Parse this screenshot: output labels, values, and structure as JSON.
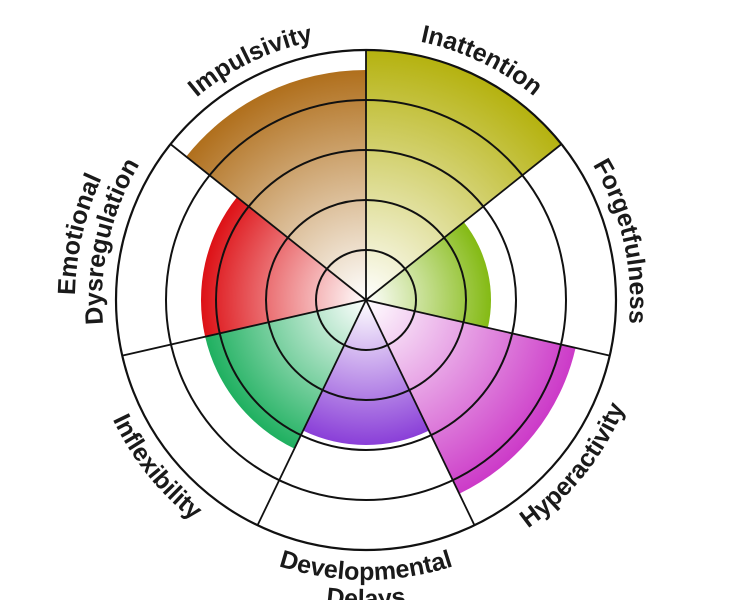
{
  "chart_data": {
    "type": "polar-area",
    "title": "",
    "rings": 5,
    "max": 5,
    "categories": [
      {
        "label": "Inattention",
        "lines": [
          "Inattention"
        ],
        "value": 5,
        "color": "#b5b20f"
      },
      {
        "label": "Forgetfulness",
        "lines": [
          "Forgetfulness"
        ],
        "value": 2.5,
        "color": "#84ba14"
      },
      {
        "label": "Hyperactivity",
        "lines": [
          "Hyperactivity"
        ],
        "value": 4.3,
        "color": "#cc3ac8"
      },
      {
        "label": "Developmental Delays",
        "lines": [
          "Developmental",
          "Delays"
        ],
        "value": 2.9,
        "color": "#8a3fd8"
      },
      {
        "label": "Inflexibility",
        "lines": [
          "Inflexibility"
        ],
        "value": 3.3,
        "color": "#1fb060"
      },
      {
        "label": "Emotional Dysregulation",
        "lines": [
          "Emotional",
          "Dysregulation"
        ],
        "value": 3.3,
        "color": "#dd1116"
      },
      {
        "label": "Impulsivity",
        "lines": [
          "Impulsivity"
        ],
        "value": 4.6,
        "color": "#b06f1c"
      }
    ]
  }
}
